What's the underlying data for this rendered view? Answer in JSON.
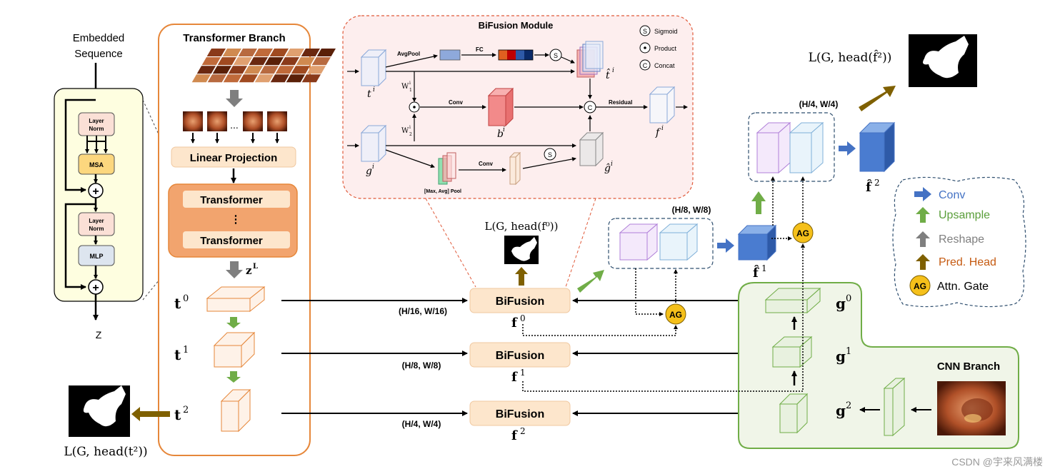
{
  "diagram": {
    "embedded_sequence": [
      "Embedded",
      "Sequence"
    ],
    "z_label": "Z",
    "transformer_branch_title": "Transformer Branch",
    "linear_projection": "Linear Projection",
    "transformer_label": "Transformer",
    "dots": "⋮",
    "ellipsis": "...",
    "zL": "z",
    "zL_sup": "L",
    "layer_norm": [
      "Layer",
      "Norm"
    ],
    "msa": "MSA",
    "mlp": "MLP",
    "plus": "+",
    "bifusion_module_title": "BiFusion Module",
    "avgpool": "AvgPool",
    "fc": "FC",
    "conv": "Conv",
    "residual": "Residual",
    "max_avg_pool": "[Max, Avg] Pool",
    "s_symbol": "S",
    "product_symbol": "⊙",
    "concat_symbol": "C",
    "legend_sigmoid": "Sigmoid",
    "legend_product": "Product",
    "legend_concat": "Concat",
    "ti": "t",
    "ti_sup": "i",
    "gi": "g",
    "bi": "b",
    "fi": "f",
    "that": "t̂",
    "ghat": "ĝ",
    "w1": "W",
    "w1_sub": "1",
    "w2_sub": "2",
    "bifusion": "BiFusion",
    "f0": "f",
    "t_labels": [
      "t",
      "t",
      "t"
    ],
    "sups": [
      "0",
      "1",
      "2"
    ],
    "res16": "(H/16, W/16)",
    "res8": "(H/8, W/8)",
    "res4": "(H/4, W/4)",
    "res8_top": "(H/8, W/8)",
    "res4_top": "(H/4, W/4)",
    "ag": "AG",
    "f1hat": "f̂",
    "f2hat": "f̂",
    "cnn_branch": "CNN Branch",
    "loss_f0": "L(G, head(f⁰))",
    "loss_f2": "L(G, head(f̂²))",
    "loss_t2": "L(G, head(t²))",
    "legend": {
      "conv": "Conv",
      "upsample": "Upsample",
      "reshape": "Reshape",
      "pred_head": "Pred. Head",
      "ag_text": "Attn. Gate",
      "ag": "AG"
    },
    "watermark": "CSDN @宇来风满楼"
  },
  "colors": {
    "orange_border": "#e6873a",
    "transformer_fill": "#f2a46e",
    "bifusion_fill": "#fde6cc",
    "pink_bg": "#fdeeee",
    "red_dash": "#e05a3a",
    "green_border": "#70ad47",
    "green_bg": "#f0f5e8",
    "blue_arrow": "#4472c4",
    "green_arrow": "#70ad47",
    "gray_arrow": "#7f7f7f",
    "brown_arrow": "#7f6000",
    "ag_yellow": "#f5c01a",
    "legend_conv": "#4472c4",
    "legend_upsample": "#5a9e3a",
    "legend_reshape": "#7f7f7f",
    "legend_pred": "#c55a11"
  }
}
